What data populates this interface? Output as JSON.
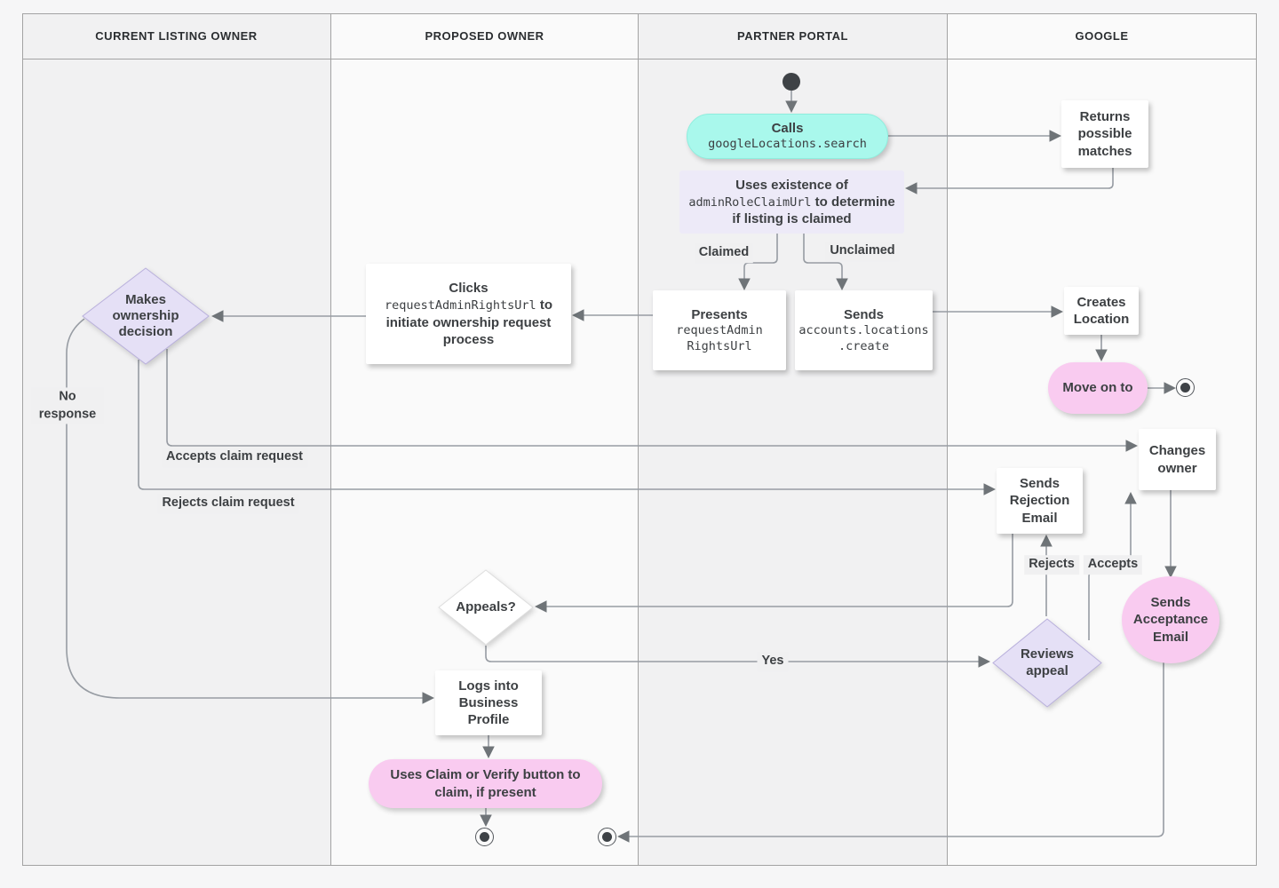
{
  "lanes": [
    {
      "label": "CURRENT LISTING OWNER"
    },
    {
      "label": "PROPOSED OWNER"
    },
    {
      "label": "PARTNER PORTAL"
    },
    {
      "label": "GOOGLE"
    }
  ],
  "nodes": {
    "calls": {
      "title": "Calls",
      "code": "googleLocations.search"
    },
    "returns": {
      "label": "Returns possible matches"
    },
    "uses": {
      "pre": "Uses existence of",
      "code": "adminRoleClaimUrl",
      "post": "to determine if listing is claimed"
    },
    "presents": {
      "title": "Presents",
      "code1": "requestAdmin",
      "code2": "RightsUrl"
    },
    "sends_create": {
      "title": "Sends",
      "code1": "accounts.locations",
      "code2": ".create"
    },
    "clicks": {
      "pre": "Clicks",
      "code": "requestAdminRightsUrl",
      "post": "to initiate ownership request process"
    },
    "decision": {
      "label": "Makes ownership decision"
    },
    "creates": {
      "label": "Creates Location"
    },
    "move_on": {
      "label": "Move on to"
    },
    "changes": {
      "label": "Changes owner"
    },
    "rejection": {
      "label": "Sends Rejection Email"
    },
    "acceptance": {
      "label": "Sends Acceptance Email"
    },
    "reviews": {
      "label": "Reviews appeal"
    },
    "appeals": {
      "label": "Appeals?"
    },
    "logs": {
      "label": "Logs into Business Profile"
    },
    "claim_button": {
      "label": "Uses Claim or Verify button to claim, if present"
    }
  },
  "edge_labels": {
    "claimed": "Claimed",
    "unclaimed": "Unclaimed",
    "no_response": "No response",
    "accepts_claim": "Accepts claim request",
    "rejects_claim": "Rejects claim request",
    "yes": "Yes",
    "rejects": "Rejects",
    "accepts": "Accepts"
  },
  "colors": {
    "teal": "#a9f8ec",
    "pink": "#f9cbf0",
    "lavender": "#edeaf8",
    "purple_diamond": "#e5e0f6",
    "line": "#979ca3",
    "arrowhead": "#6f7478",
    "lane_gray": "#f1f1f2",
    "lane_light": "#fafafa"
  }
}
